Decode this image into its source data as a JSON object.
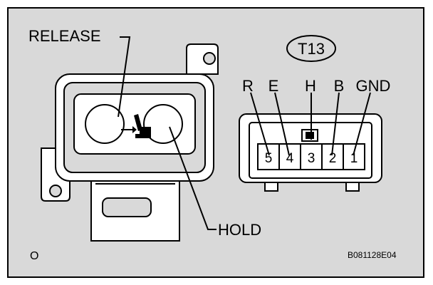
{
  "figure": {
    "callouts": {
      "release": "RELEASE",
      "hold": "HOLD"
    },
    "connector_id": "T13",
    "pin_labels": [
      "R",
      "E",
      "H",
      "B",
      "GND"
    ],
    "pin_numbers": [
      "5",
      "4",
      "3",
      "2",
      "1"
    ],
    "corner_mark": "O",
    "figure_code": "B081128E04"
  },
  "colors": {
    "background": "#d9d9d9",
    "line": "#000000",
    "panel": "#ffffff"
  }
}
